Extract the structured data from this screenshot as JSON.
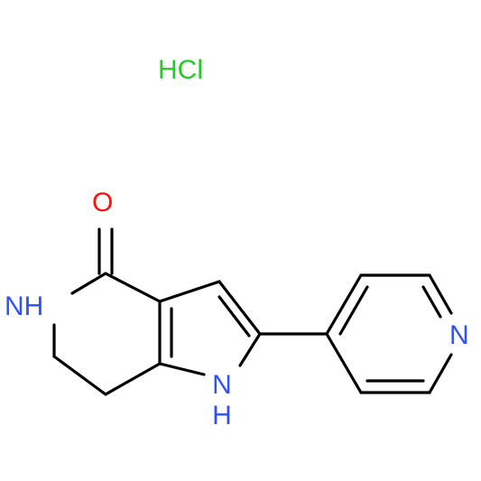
{
  "molecule": {
    "salt": {
      "text": "HCl",
      "color": "#22cc22"
    },
    "atoms": {
      "oxygen": {
        "text": "O",
        "color": "#ff0d0d"
      },
      "amide_nh": {
        "text": "NH",
        "n": "N",
        "h": "H",
        "color": "#3050f8"
      },
      "pyrrole_nh": {
        "text": "NH",
        "n": "N",
        "h": "H",
        "color": "#3050f8"
      },
      "pyridine_n": {
        "text": "N",
        "color": "#3050f8"
      }
    },
    "bond_color": "#000000"
  }
}
